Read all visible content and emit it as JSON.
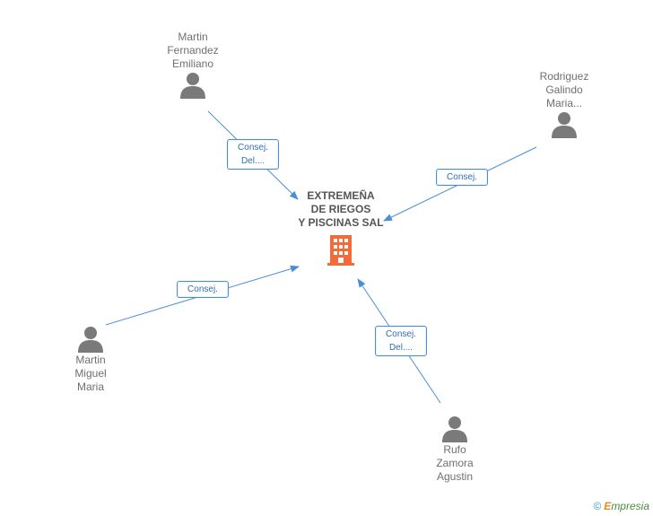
{
  "company": {
    "name": "EXTREMEÑA\nDE RIEGOS\nY PISCINAS SAL",
    "icon": "building-icon",
    "color": "#f26b3a"
  },
  "people": [
    {
      "name": "Martin\nFernandez\nEmiliano",
      "role": "Consej.\nDel...."
    },
    {
      "name": "Rodriguez\nGalindo\nMaria...",
      "role": "Consej."
    },
    {
      "name": "Martin\nMiguel\nMaria",
      "role": "Consej."
    },
    {
      "name": "Rufo\nZamora\nAgustin",
      "role": "Consej.\nDel...."
    }
  ],
  "footer": {
    "copyright": "©",
    "brand_initial": "E",
    "brand_rest": "mpresia"
  },
  "colors": {
    "link": "#4a8fd6",
    "person_icon": "#7a7a7a"
  }
}
